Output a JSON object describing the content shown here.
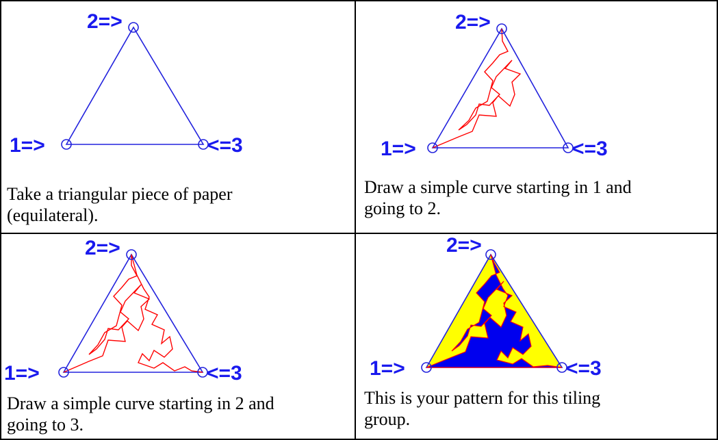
{
  "colors": {
    "edge": "#2222dd",
    "curve": "#ff0000",
    "fill_yellow": "#ffff00",
    "fill_blue": "#0000ee",
    "label": "#1a1aee"
  },
  "labels": {
    "v1": "1=>",
    "v2": "2=>",
    "v3": "<=3"
  },
  "panels": [
    {
      "caption_lines": [
        "Take a triangular piece of paper",
        "(equilateral)."
      ]
    },
    {
      "caption_lines": [
        "Draw a simple curve starting in 1 and",
        "going to 2."
      ]
    },
    {
      "caption_lines": [
        "Draw a simple curve starting in 2 and",
        "going to 3."
      ]
    },
    {
      "caption_lines": [
        "This is your pattern for this tiling",
        "group."
      ]
    }
  ]
}
